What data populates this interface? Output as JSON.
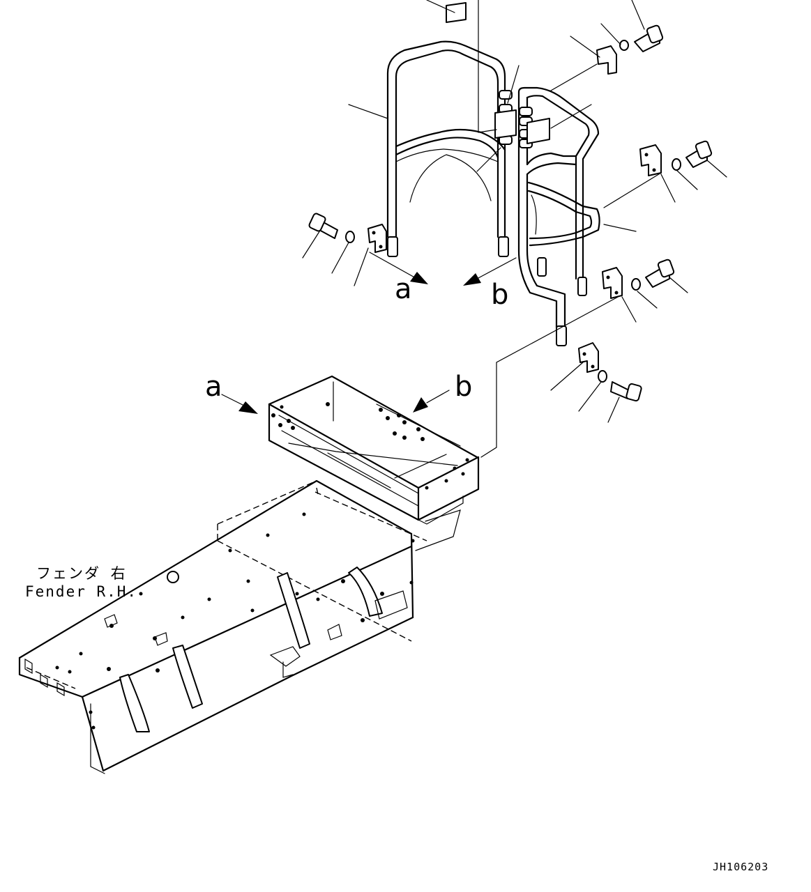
{
  "view_labels": {
    "a": "a",
    "b": "b"
  },
  "fender_label": {
    "jp": "フェンダ 右",
    "en": "Fender R.H."
  },
  "drawing_code": "JH106203"
}
